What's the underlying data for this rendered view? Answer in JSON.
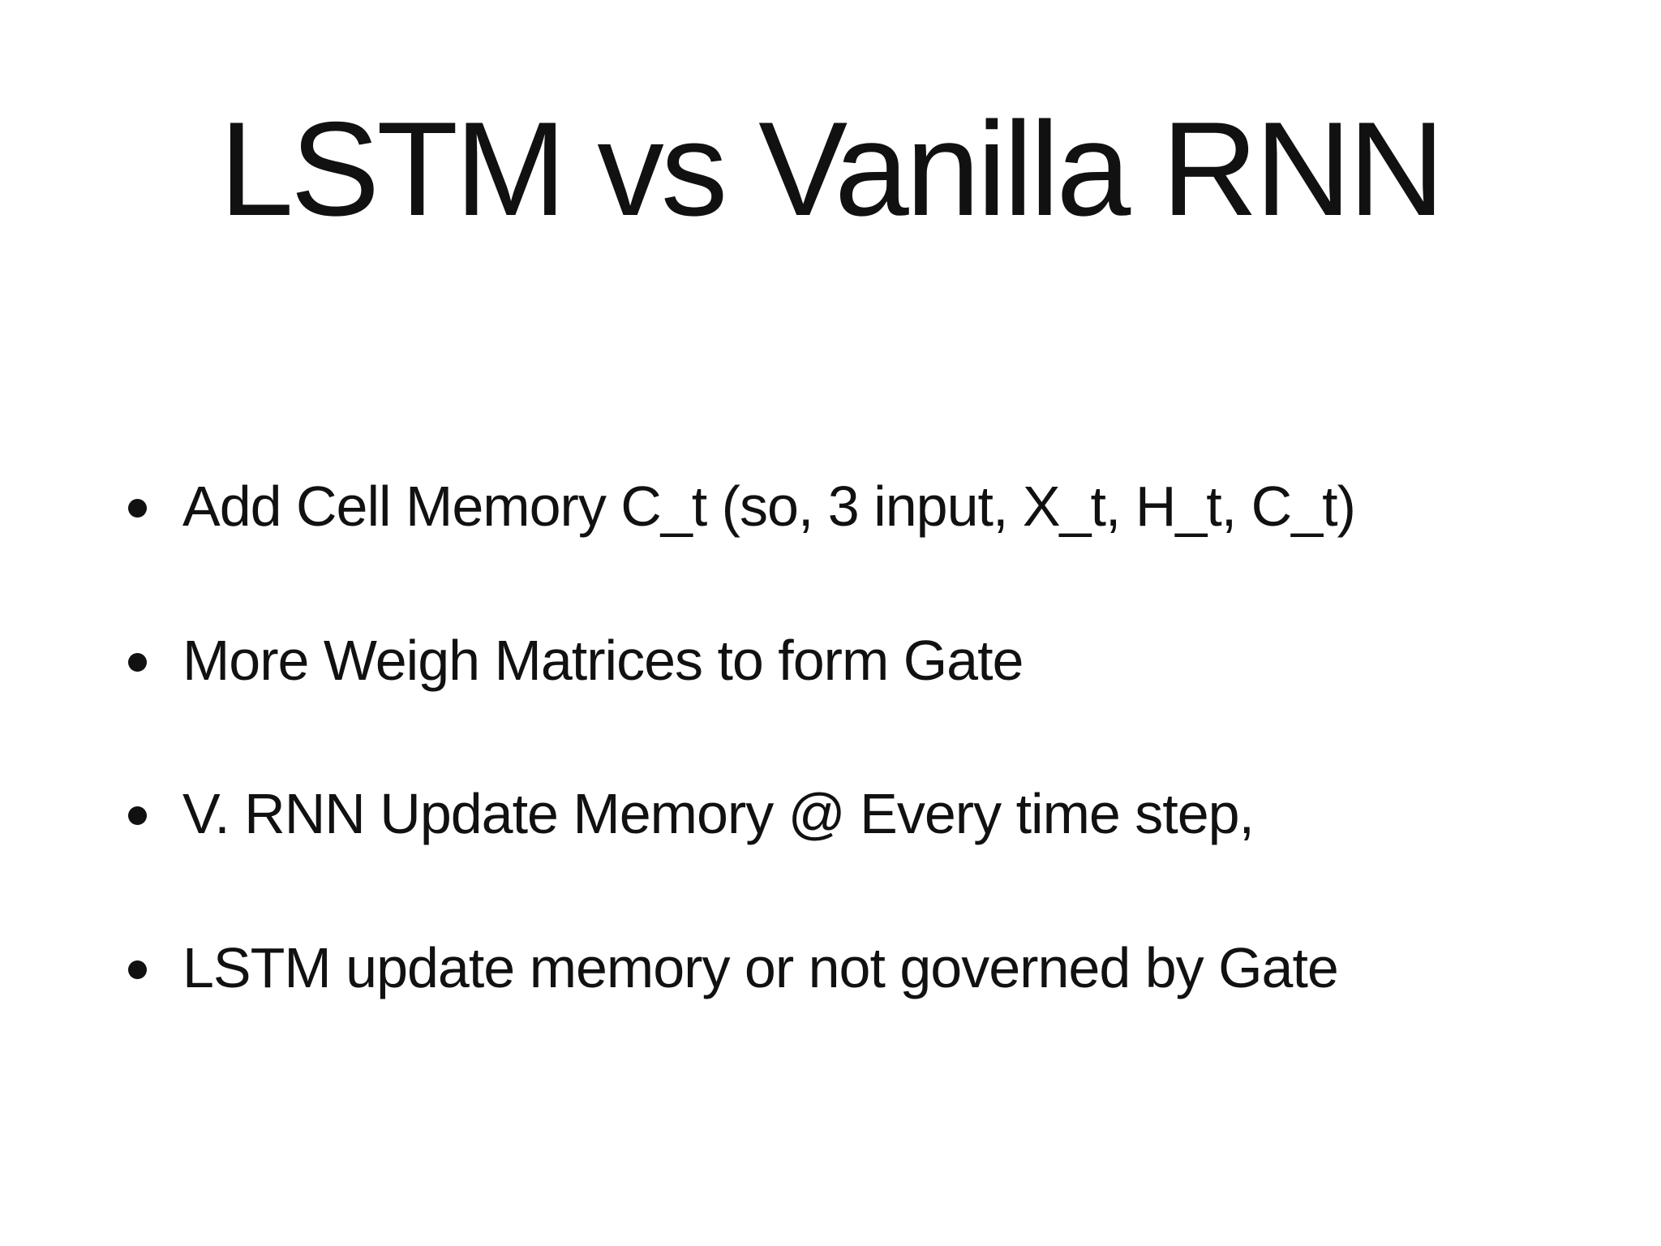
{
  "slide": {
    "title": "LSTM vs Vanilla RNN",
    "bullets": [
      "Add Cell Memory C_t (so, 3 input, X_t, H_t, C_t)",
      "More Weigh Matrices to form Gate",
      "V. RNN Update Memory @ Every time step,",
      "LSTM update memory or not governed by Gate"
    ],
    "colors": {
      "background": "#ffffff",
      "text": "#111111"
    }
  }
}
